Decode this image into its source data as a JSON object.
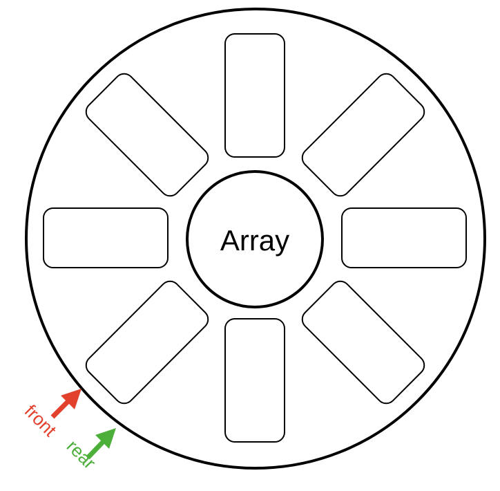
{
  "diagram": {
    "center_label": "Array",
    "slot_count": 8,
    "pointers": [
      {
        "id": "front",
        "label": "front",
        "color": "#e2412d"
      },
      {
        "id": "rear",
        "label": "rear",
        "color": "#4caf3a"
      }
    ]
  }
}
